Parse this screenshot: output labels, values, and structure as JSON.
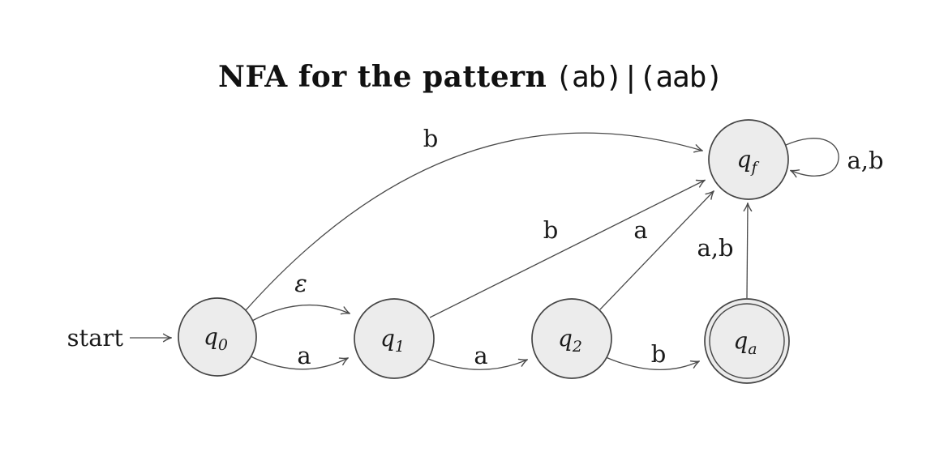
{
  "title": {
    "text": "NFA for the pattern",
    "pattern": "(ab)|(aab)"
  },
  "start_label": "start",
  "colors": {
    "state_fill": "#ececec",
    "stroke": "#454545",
    "background": "#ffffff",
    "text": "#1a1a1a"
  },
  "states": [
    {
      "id": "q0",
      "name": "q",
      "sub": "0",
      "accepting": false,
      "start": true
    },
    {
      "id": "q1",
      "name": "q",
      "sub": "1",
      "accepting": false,
      "start": false
    },
    {
      "id": "q2",
      "name": "q",
      "sub": "2",
      "accepting": false,
      "start": false
    },
    {
      "id": "qa",
      "name": "q",
      "sub": "a",
      "accepting": true,
      "start": false
    },
    {
      "id": "qf",
      "name": "q",
      "sub": "f",
      "accepting": false,
      "start": false
    }
  ],
  "transitions": [
    {
      "from": "q0",
      "to": "q1",
      "label": "ε"
    },
    {
      "from": "q0",
      "to": "q1",
      "label": "a"
    },
    {
      "from": "q0",
      "to": "qf",
      "label": "b"
    },
    {
      "from": "q1",
      "to": "q2",
      "label": "a"
    },
    {
      "from": "q1",
      "to": "qf",
      "label": "b"
    },
    {
      "from": "q2",
      "to": "qf",
      "label": "a"
    },
    {
      "from": "q2",
      "to": "qa",
      "label": "b"
    },
    {
      "from": "qa",
      "to": "qf",
      "label": "a,b"
    },
    {
      "from": "qf",
      "to": "qf",
      "label": "a,b"
    }
  ]
}
